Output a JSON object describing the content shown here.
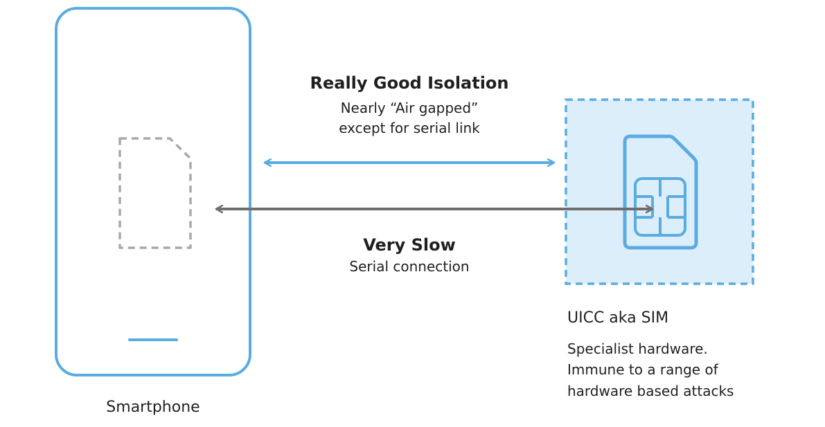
{
  "isolation": {
    "title": "Really Good Isolation",
    "line1": "Nearly “Air gapped”",
    "line2": "except for serial link"
  },
  "serial": {
    "title": "Very Slow",
    "line1": "Serial connection"
  },
  "smartphone": {
    "label": "Smartphone"
  },
  "sim": {
    "label": "UICC aka SIM",
    "desc_line1": "Specialist hardware.",
    "desc_line2": "Immune to a range of",
    "desc_line3": "hardware based attacks"
  },
  "colors": {
    "accent_blue": "#5aace0",
    "sim_fill": "#ddeefb",
    "dashed_gray": "#a8a8a8",
    "arrow_gray": "#6e6e6e",
    "text": "#1f1f1f"
  }
}
